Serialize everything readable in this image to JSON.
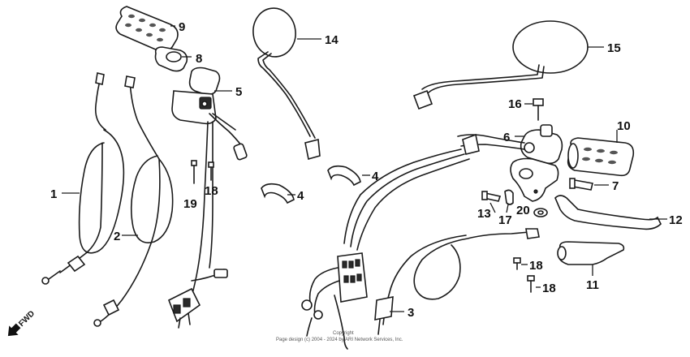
{
  "callouts": {
    "c1": "1",
    "c2": "2",
    "c3": "3",
    "c4a": "4",
    "c4b": "4",
    "c5": "5",
    "c6": "6",
    "c7": "7",
    "c8": "8",
    "c9": "9",
    "c10": "10",
    "c11": "11",
    "c12": "12",
    "c13": "13",
    "c14": "14",
    "c15": "15",
    "c16": "16",
    "c17": "17",
    "c18a": "18",
    "c18b": "18",
    "c18c": "18",
    "c19": "19",
    "c20": "20"
  },
  "direction_label": "FWD",
  "copyright_line1": "Copyright",
  "copyright_line2": "Page design (c) 2004 - 2024 by ARI Network Services, Inc."
}
